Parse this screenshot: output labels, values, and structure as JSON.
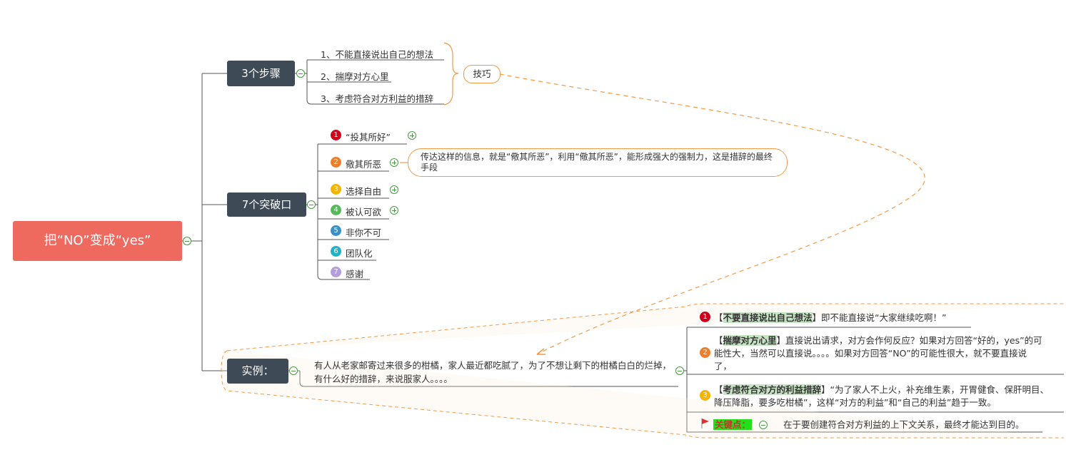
{
  "root": {
    "label": "把“NO”变成“yes”"
  },
  "steps": {
    "label": "3个步骤",
    "items": [
      "1、不能直接说出自己的想法",
      "2、揣摩对方心里",
      "3、考虑符合对方利益的措辞"
    ],
    "summary": "技巧"
  },
  "breakthroughs": {
    "label": "7个突破口",
    "items": [
      {
        "num": "1",
        "label": "“投其所好”",
        "color": "#d0021b"
      },
      {
        "num": "2",
        "label": "儆其所恶",
        "color": "#f07d28"
      },
      {
        "num": "3",
        "label": "选择自由",
        "color": "#f5b400"
      },
      {
        "num": "4",
        "label": "被认可欲",
        "color": "#58b85c"
      },
      {
        "num": "5",
        "label": "非你不可",
        "color": "#3a8fc9"
      },
      {
        "num": "6",
        "label": "团队化",
        "color": "#20b2c8"
      },
      {
        "num": "7",
        "label": "感谢",
        "color": "#b39ddb"
      }
    ],
    "note": "传达这样的信息，就是“儆其所恶”，利用“儆其所恶”，能形成强大的强制力，这是措辞的最终手段"
  },
  "example": {
    "label": "实例：",
    "text": "有人从老家邮寄过来很多的柑橘，家人最近都吃腻了，为了不想让剩下的柑橘白白的烂掉，有什么好的措辞，来说服家人。。。。",
    "details": [
      {
        "num": "1",
        "color": "#d0021b",
        "title": "不要直接说出自己想法",
        "body": "即不能直接说“大家继续吃啊！”"
      },
      {
        "num": "2",
        "color": "#f07d28",
        "title": "揣摩对方心里",
        "body_line1": "直接说出请求，对方会作何反应？如果对方回答“好的，yes”的可",
        "body_line2": "能性大，当然可以直接说。。。。如果对方回答“NO”的可能性很大，就不要直接说",
        "body_line3": "了，"
      },
      {
        "num": "3",
        "color": "#f5b400",
        "title": "考虑符合对方的利益措辞",
        "body_line1": "“为了家人不上火，补充维生素，开胃健食、保肝明目、",
        "body_line2": "降压降脂，要多吃柑橘”，这样“对方的利益”和“自己的利益”趋于一致。"
      }
    ],
    "key_label": "关键点：",
    "key_text": "在于要创建符合对方利益的上下文关系，最终才能达到目的。"
  },
  "colors": {
    "root": "#ee6a5f",
    "main": "#3e4a56",
    "relation": "#f29a48",
    "collapse": "#4a9a45"
  }
}
